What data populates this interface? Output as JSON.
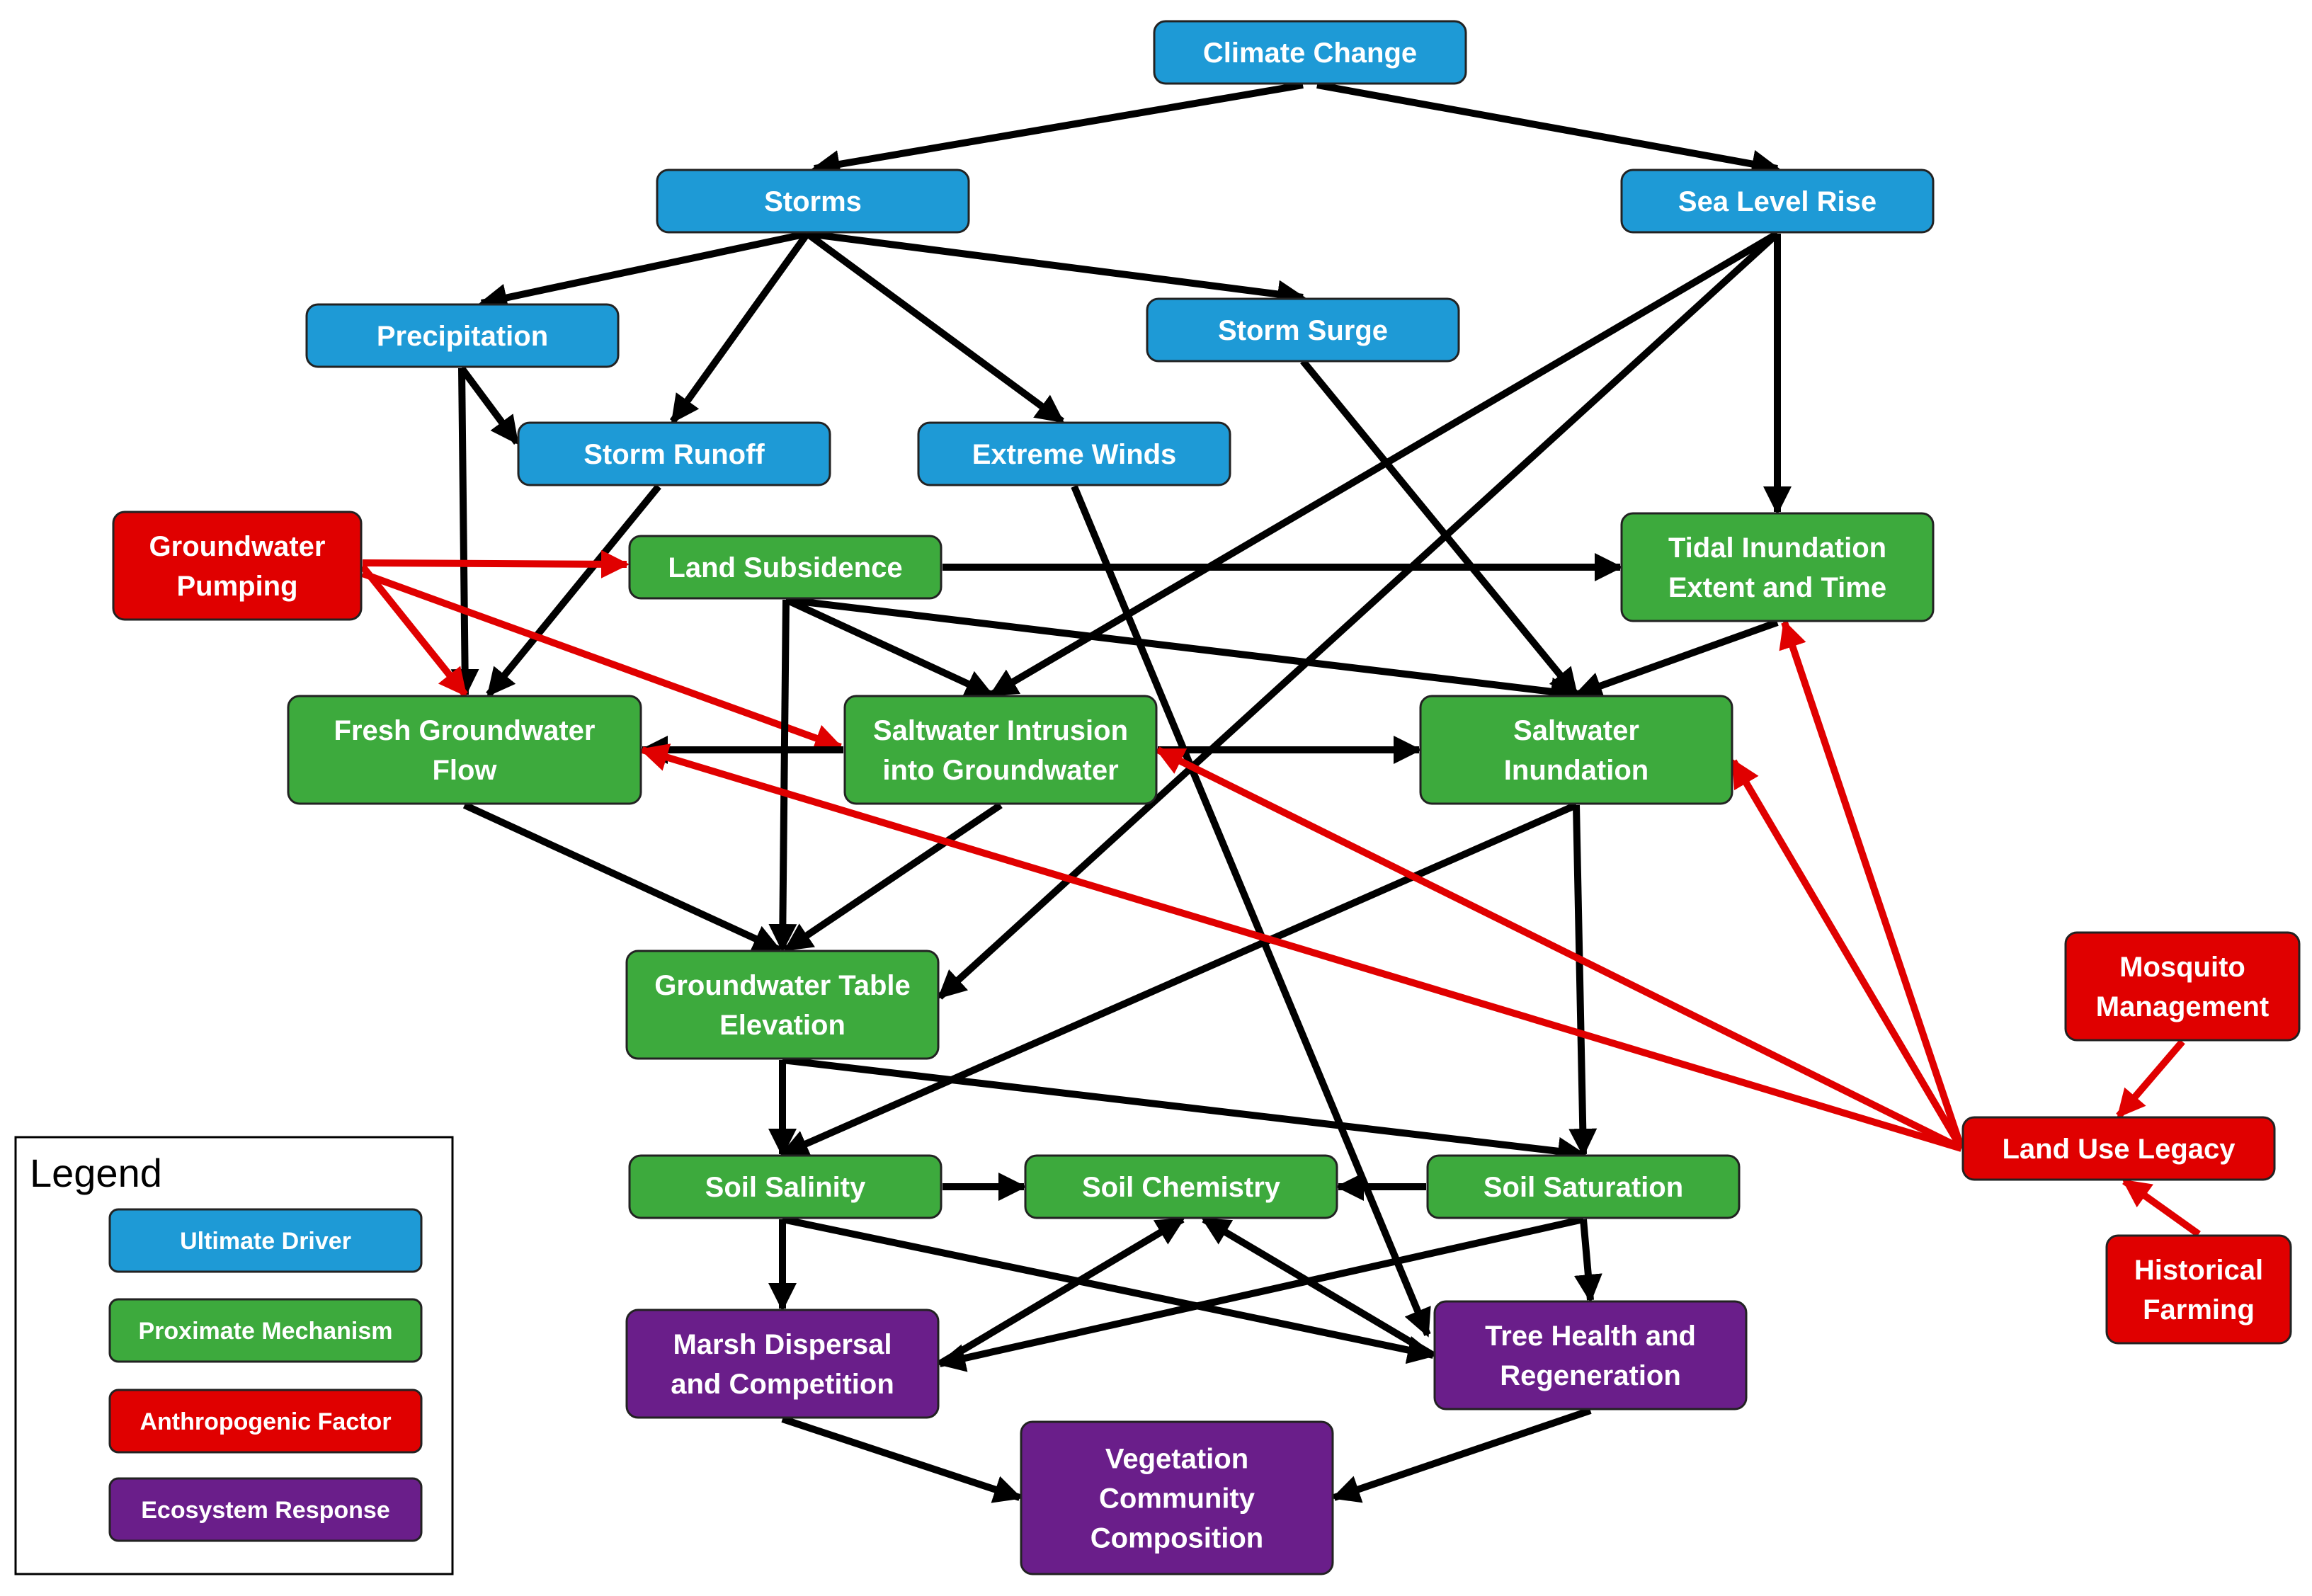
{
  "colors": {
    "driver": "#1E9AD6",
    "mechanism": "#3DAA3D",
    "anthropogenic": "#E00000",
    "response": "#6A1E8A",
    "arrow_black": "#000000",
    "arrow_red": "#E00000"
  },
  "nodes": {
    "climate_change": {
      "label": [
        "Climate Change"
      ]
    },
    "storms": {
      "label": [
        "Storms"
      ]
    },
    "sea_level_rise": {
      "label": [
        "Sea Level Rise"
      ]
    },
    "precipitation": {
      "label": [
        "Precipitation"
      ]
    },
    "storm_surge": {
      "label": [
        "Storm Surge"
      ]
    },
    "storm_runoff": {
      "label": [
        "Storm Runoff"
      ]
    },
    "extreme_winds": {
      "label": [
        "Extreme Winds"
      ]
    },
    "groundwater_pumping": {
      "label": [
        "Groundwater",
        "Pumping"
      ]
    },
    "land_subsidence": {
      "label": [
        "Land Subsidence"
      ]
    },
    "tidal_inundation": {
      "label": [
        "Tidal Inundation",
        "Extent and Time"
      ]
    },
    "fresh_groundwater": {
      "label": [
        "Fresh Groundwater",
        "Flow"
      ]
    },
    "saltwater_intrusion": {
      "label": [
        "Saltwater Intrusion",
        "into Groundwater"
      ]
    },
    "saltwater_inundation": {
      "label": [
        "Saltwater",
        "Inundation"
      ]
    },
    "groundwater_table": {
      "label": [
        "Groundwater Table",
        "Elevation"
      ]
    },
    "soil_salinity": {
      "label": [
        "Soil Salinity"
      ]
    },
    "soil_chemistry": {
      "label": [
        "Soil Chemistry"
      ]
    },
    "soil_saturation": {
      "label": [
        "Soil Saturation"
      ]
    },
    "marsh_dispersal": {
      "label": [
        "Marsh Dispersal",
        "and Competition"
      ]
    },
    "tree_health": {
      "label": [
        "Tree Health and",
        "Regeneration"
      ]
    },
    "vegetation": {
      "label": [
        "Vegetation",
        "Community",
        "Composition"
      ]
    },
    "mosquito": {
      "label": [
        "Mosquito",
        "Management"
      ]
    },
    "land_use_legacy": {
      "label": [
        "Land Use Legacy"
      ]
    },
    "historical_farming": {
      "label": [
        "Historical",
        "Farming"
      ]
    }
  },
  "legend": {
    "title": "Legend",
    "items": [
      {
        "label": "Ultimate Driver",
        "color": "#1E9AD6"
      },
      {
        "label": "Proximate Mechanism",
        "color": "#3DAA3D"
      },
      {
        "label": "Anthropogenic Factor",
        "color": "#E00000"
      },
      {
        "label": "Ecosystem Response",
        "color": "#6A1E8A"
      }
    ]
  }
}
